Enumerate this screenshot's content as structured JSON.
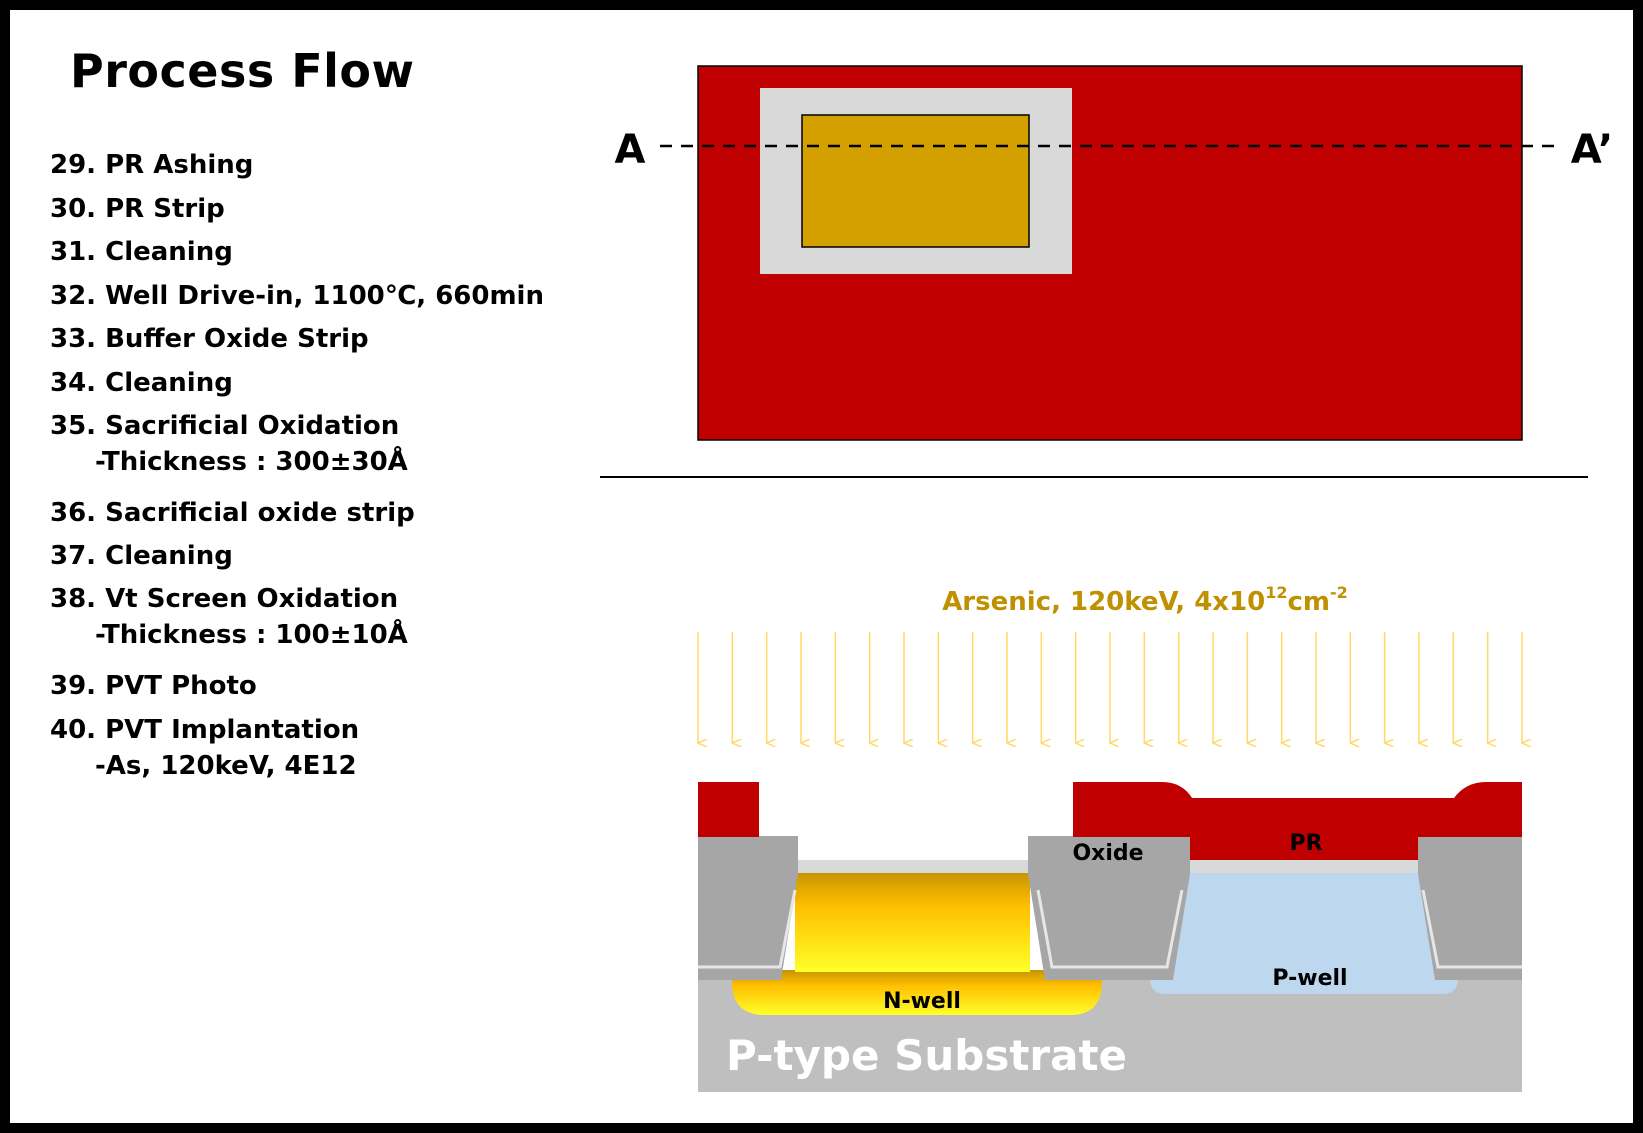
{
  "title": "Process Flow",
  "steps": [
    {
      "text": "29. PR Ashing"
    },
    {
      "text": "30. PR Strip"
    },
    {
      "text": "31. Cleaning"
    },
    {
      "text": "32. Well Drive-in, 1100℃, 660min"
    },
    {
      "text": "33. Buffer Oxide Strip"
    },
    {
      "text": "34. Cleaning"
    },
    {
      "text": "35. Sacrificial Oxidation",
      "sub": "-Thickness : 300±30Å"
    },
    {
      "text": "36. Sacrificial oxide strip"
    },
    {
      "text": "37. Cleaning"
    },
    {
      "text": "38. Vt Screen Oxidation",
      "sub": "-Thickness : 100±10Å"
    },
    {
      "text": "39. PVT Photo"
    },
    {
      "text": "40. PVT Implantation",
      "sub": "-As, 120keV, 4E12"
    }
  ],
  "top_view": {
    "cut_start_label": "A",
    "cut_end_label": "A’"
  },
  "implant": {
    "label_main": "Arsenic, 120keV, 4x10",
    "label_exp1": "12",
    "label_unit": "cm",
    "label_exp2": "-2"
  },
  "cross_section": {
    "oxide_label": "Oxide",
    "pr_label": "PR",
    "nwell_label": "N-well",
    "pwell_label": "P-well",
    "substrate_label": "P-type Substrate"
  },
  "colors": {
    "photoresist": "#c00000",
    "nwell_top": "#c79400",
    "nwell_bottom": "#ffff2a",
    "pwell": "#bdd7ee",
    "oxide": "#a6a6a6",
    "substrate": "#bfbfbf",
    "implant_arrows": "#ffd966",
    "implant_label": "#bf9000",
    "screen_oxide": "#d9d9d9",
    "active_top": "#d4a000"
  }
}
